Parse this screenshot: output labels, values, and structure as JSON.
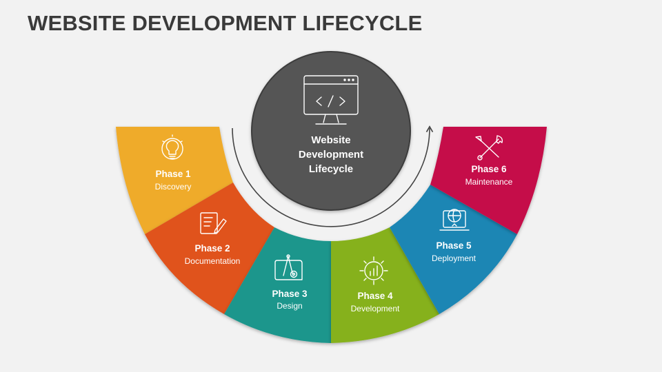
{
  "title": "WEBSITE DEVELOPMENT LIFECYCLE",
  "hub": {
    "icon": "code-monitor-icon",
    "lines": [
      "Website",
      "Development",
      "Lifecycle"
    ],
    "color": "#555555"
  },
  "phases": [
    {
      "title": "Phase 1",
      "subtitle": "Discovery",
      "color": "#EFAB2A",
      "icon": "lightbulb-icon"
    },
    {
      "title": "Phase 2",
      "subtitle": "Documentation",
      "color": "#E0521E",
      "icon": "document-pen-icon"
    },
    {
      "title": "Phase 3",
      "subtitle": "Design",
      "color": "#1A968C",
      "icon": "design-blueprint-icon"
    },
    {
      "title": "Phase 4",
      "subtitle": "Development",
      "color": "#86B11E",
      "icon": "gear-chart-icon"
    },
    {
      "title": "Phase 5",
      "subtitle": "Deployment",
      "color": "#1A86B4",
      "icon": "laptop-globe-icon"
    },
    {
      "title": "Phase 6",
      "subtitle": "Maintenance",
      "color": "#C50E4A",
      "icon": "tools-icon"
    }
  ]
}
